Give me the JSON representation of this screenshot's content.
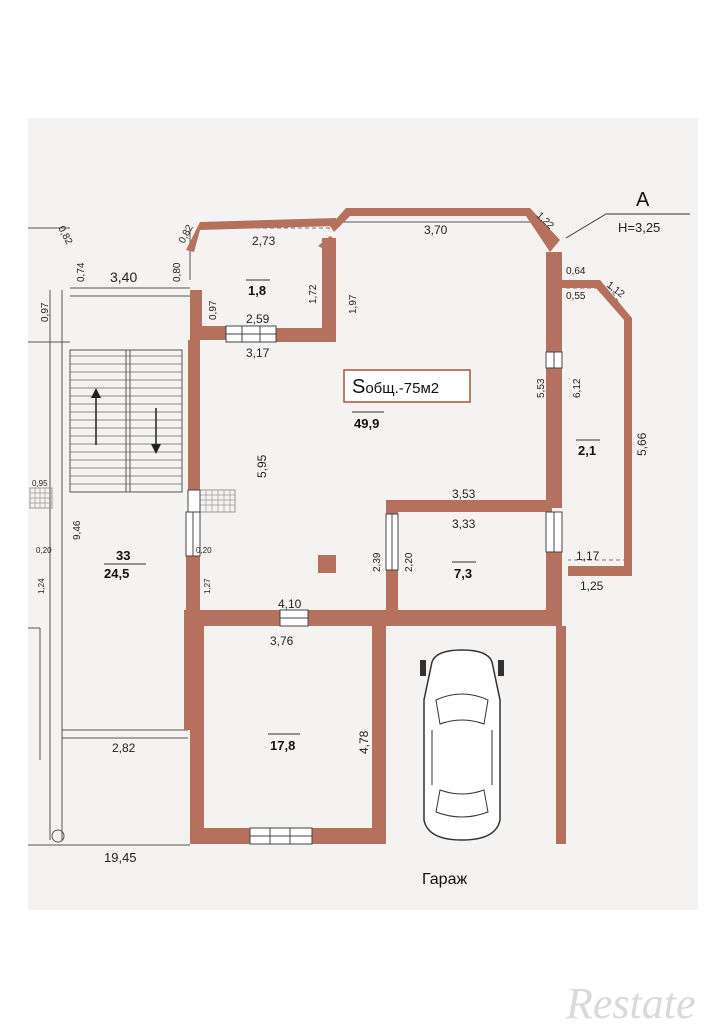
{
  "section": {
    "letter": "А",
    "height": "H=3,25"
  },
  "total_area": {
    "prefix": "S",
    "suffix": "общ.-75м2"
  },
  "rooms": [
    {
      "id": "room-main",
      "area": "49,9"
    },
    {
      "id": "room-small-top",
      "area": "1,8"
    },
    {
      "id": "room-right-strip",
      "area": "2,1"
    },
    {
      "id": "room-mid-right",
      "area": "7,3"
    },
    {
      "id": "room-lower",
      "area": "17,8"
    },
    {
      "id": "room-stair-num",
      "area": "33"
    },
    {
      "id": "room-stair",
      "area": "24,5"
    }
  ],
  "dimensions": [
    "0,82",
    "0,74",
    "3,40",
    "0,97",
    "0,82",
    "2,73",
    "3,70",
    "1,22",
    "0,80",
    "0,97",
    "1,72",
    "1,97",
    "0,64",
    "0,55",
    "1,12",
    "2,59",
    "3,17",
    "5,53",
    "6,12",
    "5,66",
    "5,95",
    "3,53",
    "3,33",
    "0,95",
    "9,46",
    "0,20",
    "0,20",
    "2,39",
    "2,20",
    "1,17",
    "1,25",
    "1,24",
    "1,27",
    "4,10",
    "3,76",
    "4,78",
    "2,82",
    "19,45"
  ],
  "garage_label": "Гараж",
  "watermark": "Restate"
}
